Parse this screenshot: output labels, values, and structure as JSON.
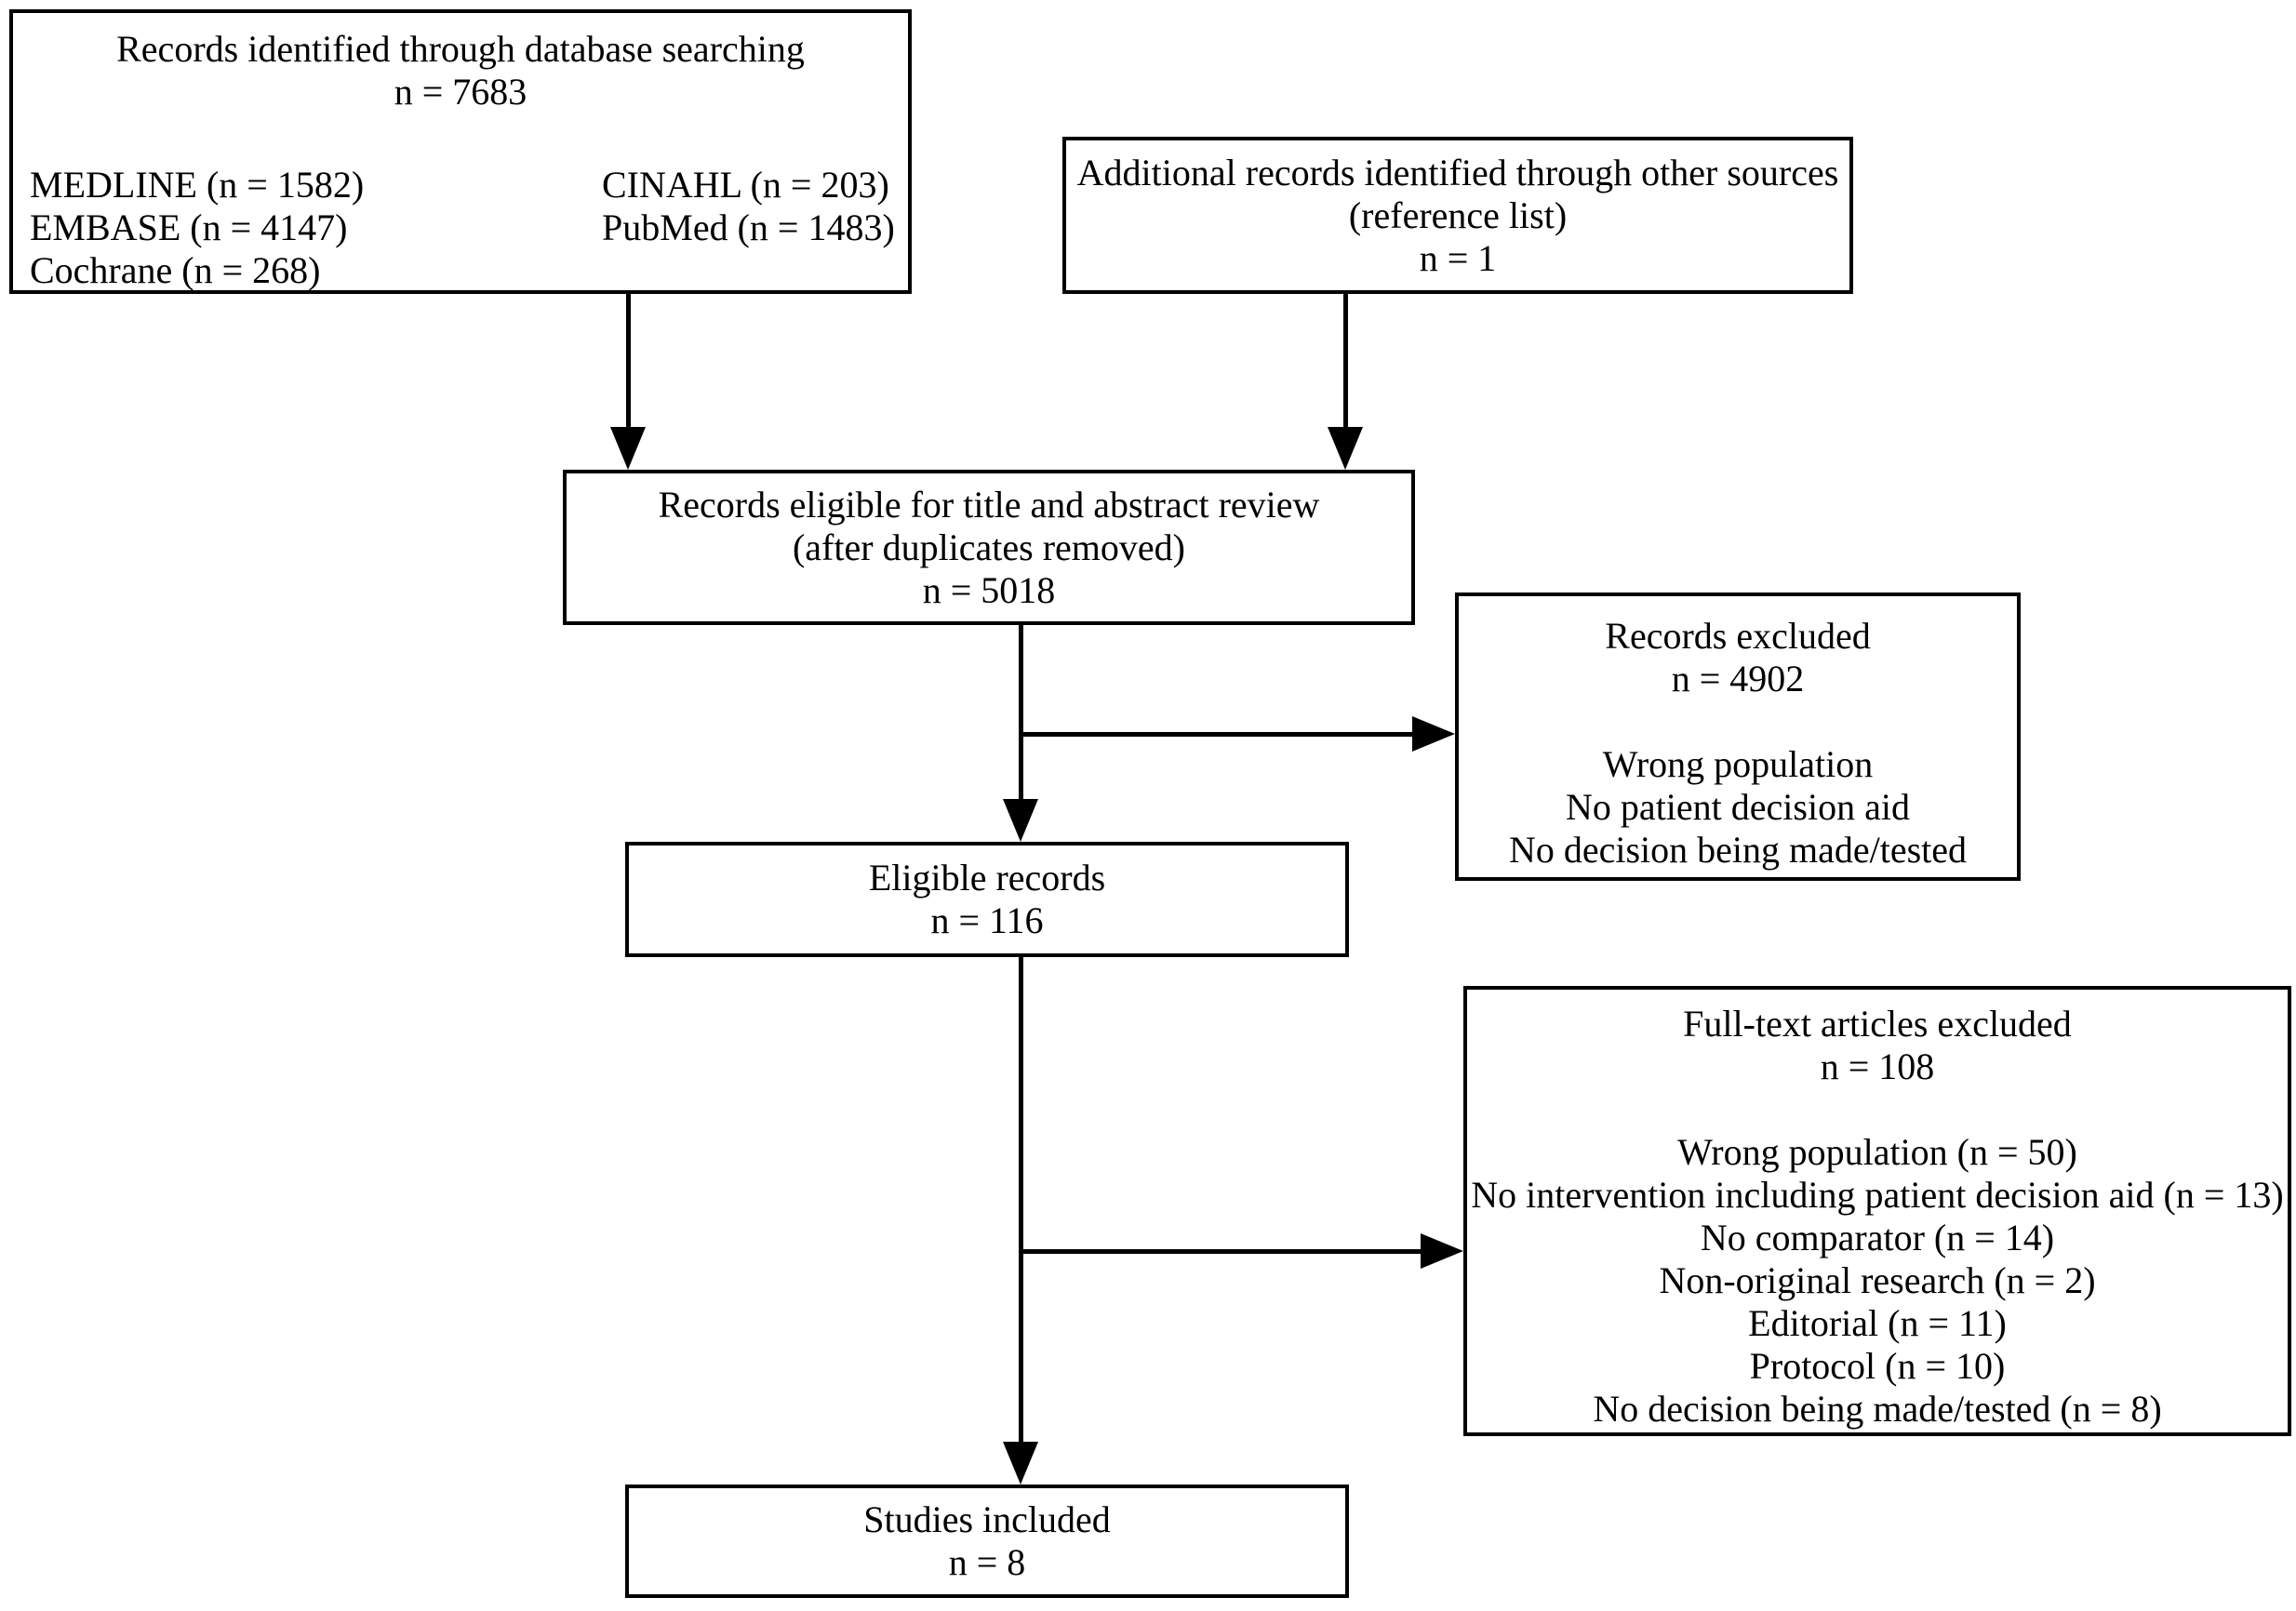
{
  "diagram": {
    "identification": {
      "title": "Records identified through database searching",
      "count": "n = 7683",
      "sources_col1": [
        "MEDLINE (n = 1582)",
        "EMBASE (n = 4147)",
        "Cochrane (n = 268)"
      ],
      "sources_col2": [
        "CINAHL (n = 203)",
        "PubMed (n = 1483)"
      ]
    },
    "additional_records": {
      "title": "Additional records identified through other sources",
      "subtitle": "(reference list)",
      "count": "n = 1"
    },
    "title_abstract_review": {
      "title": "Records eligible for title and abstract review",
      "subtitle": "(after duplicates removed)",
      "count": "n = 5018"
    },
    "records_excluded": {
      "title": "Records excluded",
      "count": "n = 4902",
      "reasons": [
        "Wrong population",
        "No patient decision aid",
        "No decision being made/tested"
      ]
    },
    "eligible_records": {
      "title": "Eligible records",
      "count": "n = 116"
    },
    "fulltext_excluded": {
      "title": "Full-text articles excluded",
      "count": "n = 108",
      "reasons": [
        "Wrong population (n = 50)",
        "No intervention including patient decision aid (n = 13)",
        "No comparator (n = 14)",
        "Non-original research (n = 2)",
        "Editorial (n = 11)",
        "Protocol (n = 10)",
        "No decision being made/tested (n = 8)"
      ]
    },
    "studies_included": {
      "title": "Studies included",
      "count": "n = 8"
    }
  },
  "colors": {
    "border": "#000000",
    "text": "#000000",
    "background": "#ffffff"
  }
}
